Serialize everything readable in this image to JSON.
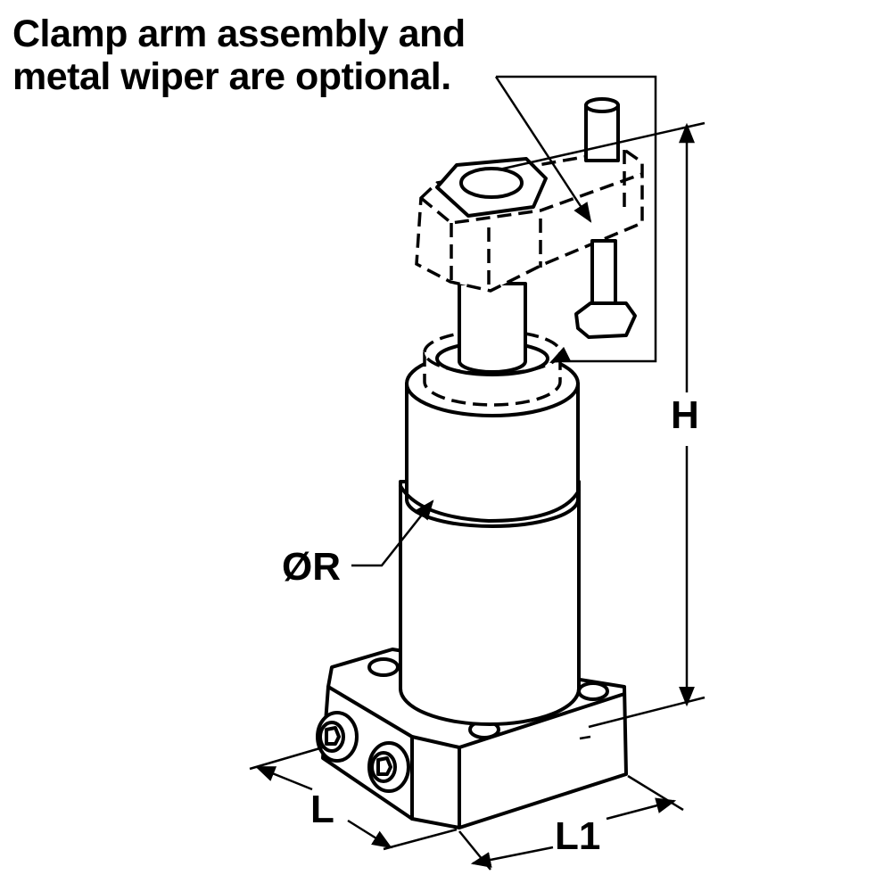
{
  "note": {
    "line1": "Clamp arm assembly and",
    "line2": "metal wiper are optional."
  },
  "labels": {
    "height": "H",
    "diameter": "ØR",
    "length": "L",
    "length1": "L1"
  }
}
